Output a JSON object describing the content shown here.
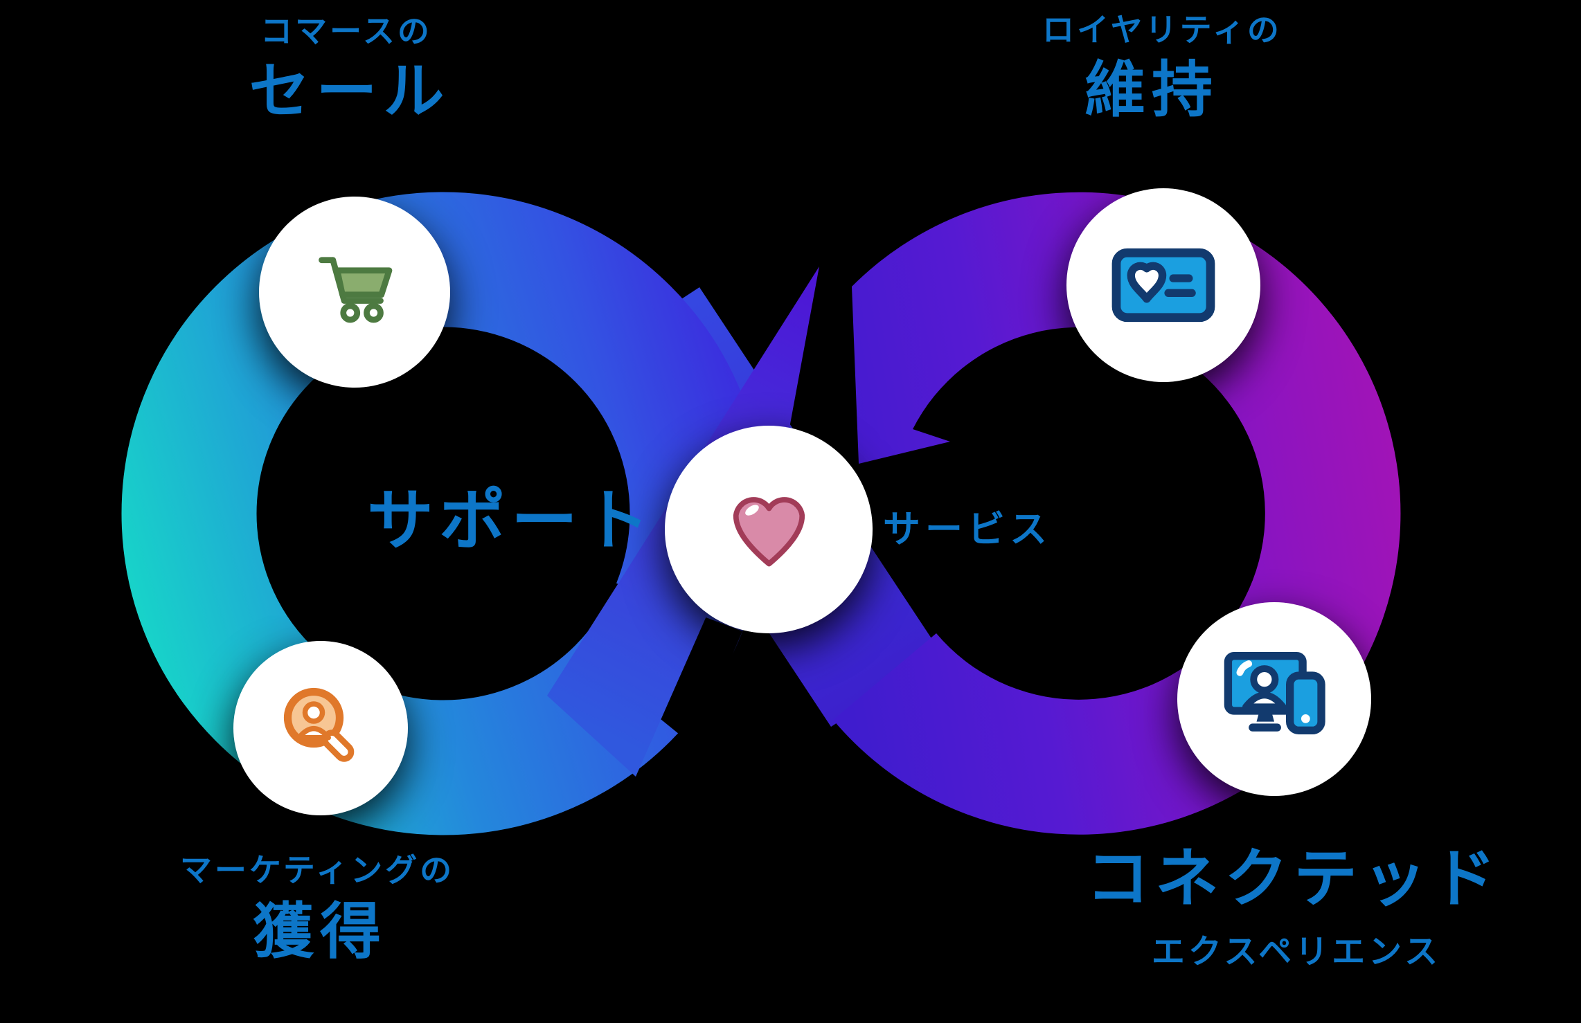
{
  "diagram": {
    "background": "#000000",
    "text_color": "#0d76c8",
    "labels": {
      "commerce_category": "コマースの",
      "commerce": "セール",
      "loyalty_category": "ロイヤリティの",
      "loyalty": "維持",
      "support": "サポート",
      "service": "サービス",
      "marketing_category": "マーケティングの",
      "marketing": "獲得",
      "connected": "コネクテッド",
      "connected_sub": "エクスペリエンス"
    },
    "nodes": [
      {
        "id": "sales",
        "icon": "cart-icon",
        "icon_color": "#4d7a41",
        "icon_fill": "#8aad6e"
      },
      {
        "id": "retention",
        "icon": "loyalty-card-icon",
        "icon_color": "#123a6e",
        "icon_fill": "#1b9fe0"
      },
      {
        "id": "service",
        "icon": "heart-icon",
        "icon_color": "#a23c58",
        "icon_fill": "#d98aa8"
      },
      {
        "id": "connected-experience",
        "icon": "connected-devices-icon",
        "icon_color": "#123a6e",
        "icon_fill": "#1b9fe0"
      },
      {
        "id": "acquisition",
        "icon": "search-person-icon",
        "icon_color": "#e0782a",
        "icon_fill": "#f7c694"
      }
    ],
    "ribbon_colors": {
      "teal": "#17d7c8",
      "blue": "#2487dc",
      "indigo": "#3c2ade",
      "violet": "#4d17d6",
      "purple": "#7e14c6",
      "magenta": "#a214b6"
    }
  }
}
